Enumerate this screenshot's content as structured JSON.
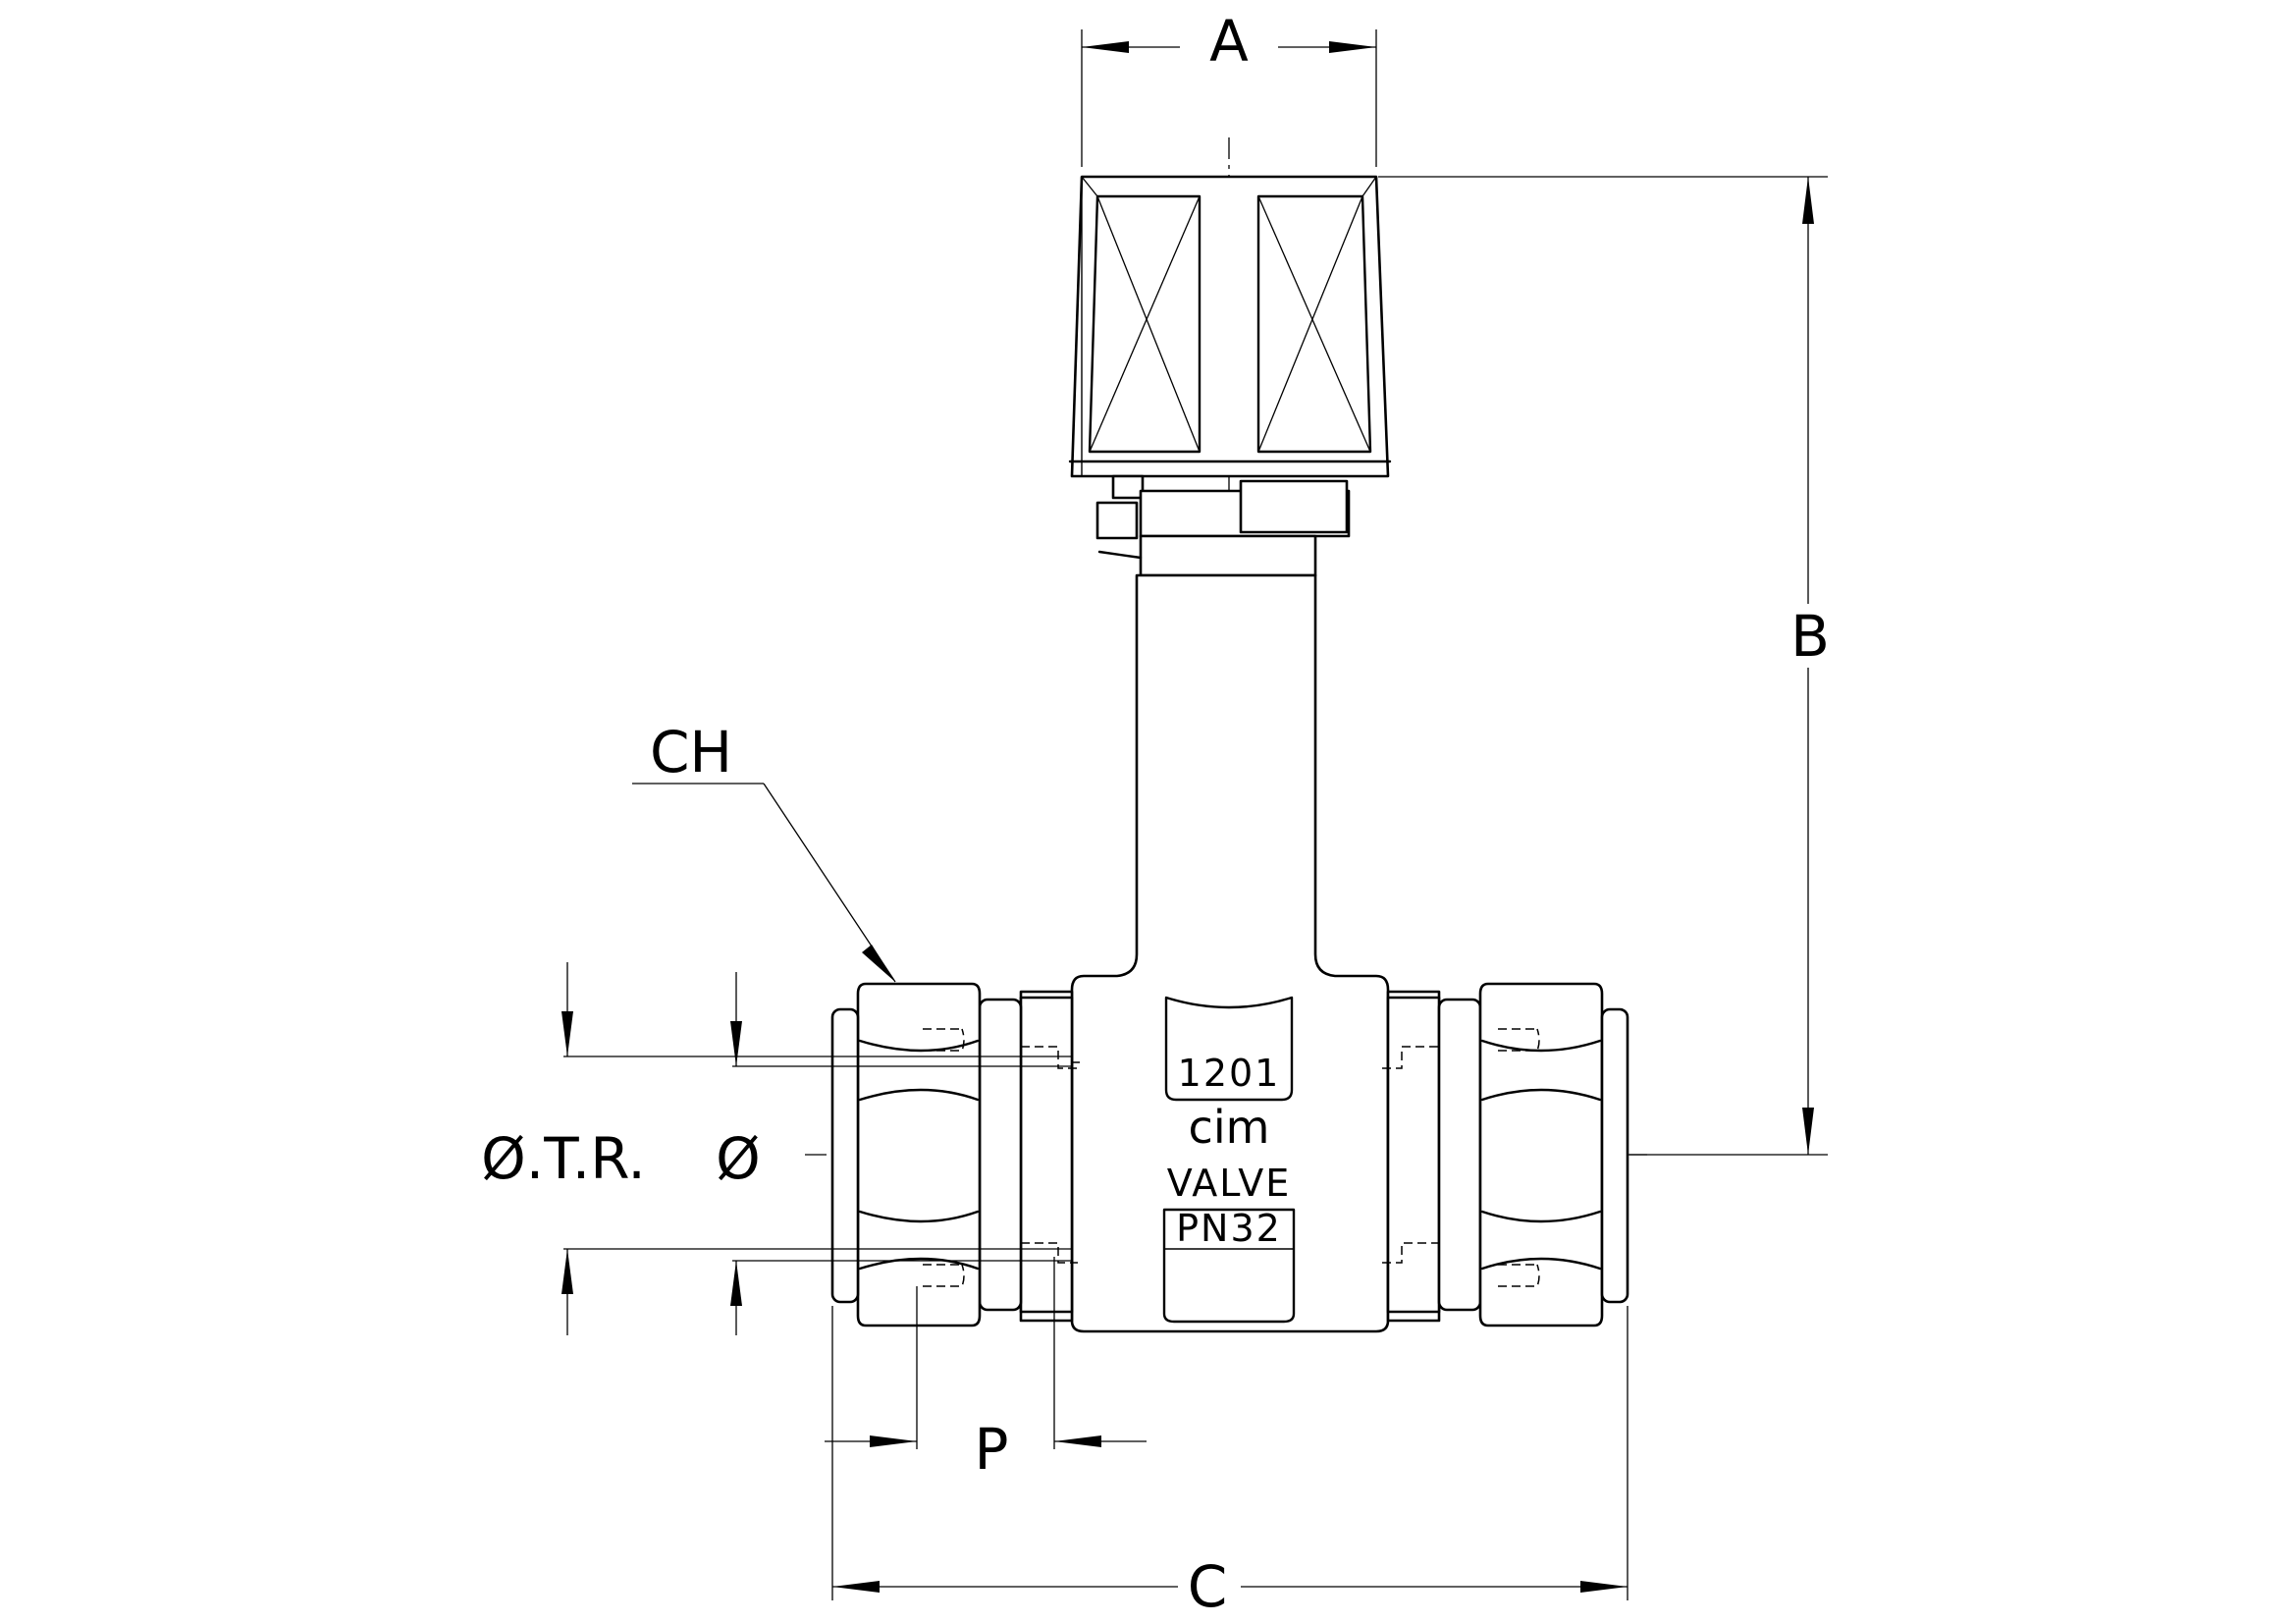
{
  "dimensions": {
    "a": "A",
    "b": "B",
    "c": "C",
    "ch": "CH",
    "p": "P",
    "otr": "Ø.T.R.",
    "dia": "Ø"
  },
  "body_markings": {
    "model": "1201",
    "brand": "cim",
    "word": "VALVE",
    "pressure": "PN32"
  }
}
